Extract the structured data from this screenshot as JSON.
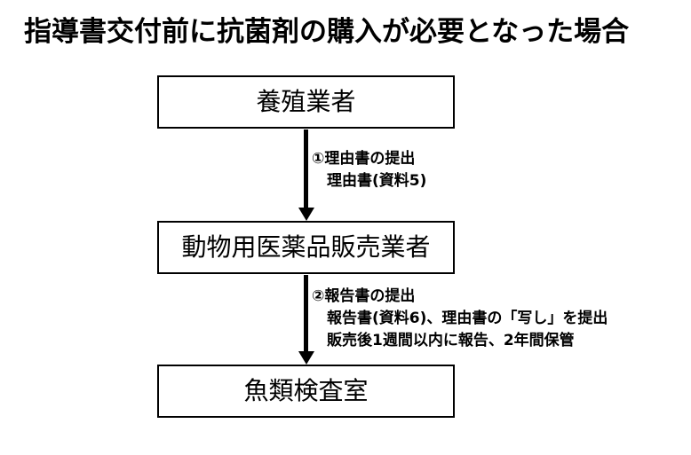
{
  "title": "指導書交付前に抗菌剤の購入が必要となった場合",
  "nodes": [
    {
      "id": "farmer",
      "label": "養殖業者"
    },
    {
      "id": "distributor",
      "label": "動物用医薬品販売業者"
    },
    {
      "id": "inspection",
      "label": "魚類検査室"
    }
  ],
  "arrows": [
    {
      "id": "arrow-1",
      "from": "farmer",
      "to": "distributor",
      "lines": [
        "①理由書の提出",
        "理由書(資料5)"
      ]
    },
    {
      "id": "arrow-2",
      "from": "distributor",
      "to": "inspection",
      "lines": [
        "②報告書の提出",
        "報告書(資料6)、理由書の「写し」を提出",
        "販売後1週間以内に報告、2年間保管"
      ]
    }
  ],
  "colors": {
    "background": "#ffffff",
    "stroke": "#000000",
    "text": "#000000"
  }
}
